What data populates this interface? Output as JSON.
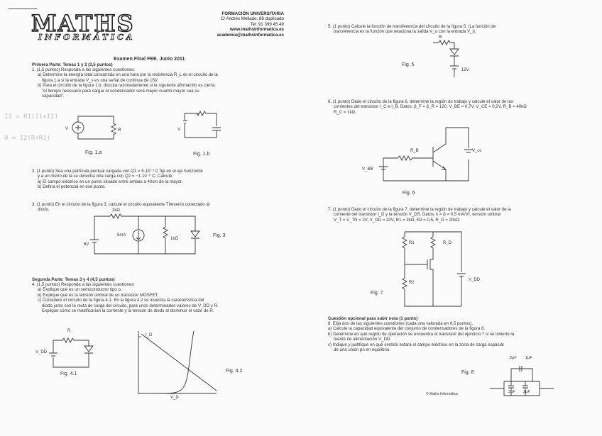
{
  "logo": {
    "main": "MATHS",
    "sub": "INFORMÁTICA"
  },
  "header": {
    "lines": [
      "FORMACIÓN UNIVERSITARIA",
      "C/ Andrés Mellado, 88 duplicado",
      "Tel: 91 399 45 49",
      "www.mathsinformatica.es",
      "academia@mathsinformatica.es"
    ]
  },
  "exam_title": "Examen Final FEE. Junio 2011",
  "left": {
    "part1_title": "Primera Parte: Temas 1 y 2 (3,5 puntos)",
    "q1_lines": [
      "1. (1,5 puntos) Responda a las siguientes cuestiones:",
      "a) Determine la energía total consumida en una hora por la resistencia R_L en el circuito de la",
      "figura 1.a si la entrada V_s es una señal de continua de 15V.",
      "b) Para el circuito de la figura 1.b, discuta razonadamente si la siguiente afirmación es cierta:",
      "\"el tiempo necesario para cargar el condensador será mayor cuanto mayor sea su",
      "capacidad\"."
    ],
    "fig1a": "Fig. 1.a",
    "fig1b": "Fig. 1.b",
    "q2_lines": [
      "2. (1 punto) Sea una partícula puntual cargada con Q1 = 5·10⁻⁶ C fija en el eje horizontal",
      "y a un metro de la su derecha otra carga con Q2 = −1·10⁻⁶ C. Calcule:",
      "a) El campo eléctrico en un punto situado entre ambas a 40cm de la mayor.",
      "b) Defina el potencial en ese punto."
    ],
    "q3_lines": [
      "3. (1 punto) En el circuito de la figura 3, calcule el circuito equivalente Thevenin conectado al",
      "diodo."
    ],
    "fig3": "Fig. 3",
    "fig3_labels": {
      "r_top": "2kΩ",
      "src": "5mA",
      "r_mid": "1kΩ",
      "v": "6V"
    },
    "part2_title": "Segunda Parte: Temas 3 y 4 (4,5 puntos)",
    "q4_lines": [
      "4. (1,5 puntos) Responda a las siguientes cuestiones:",
      "a) Explique qué es un semiconductor tipo p.",
      "b) Explique qué es la tensión umbral de un transistor MOSFET.",
      "c) Considere el circuito de la figura 4.1. En la figura 4.2 se muestra la característica del",
      "diodo junto con la recta de carga del circuito, para unos determinados valores de V_DD y R.",
      "Explique cómo se modificarían la corriente y la tensión de diodo al disminuir el valor de R."
    ],
    "fig41": "Fig. 4.1",
    "fig42": "Fig. 4.2",
    "fig4_labels": {
      "r": "R",
      "vdd": "V_DD",
      "id": "I_D",
      "vd": "V_D"
    },
    "handwriting": [
      "I1 = R1(I1+I2)",
      "0 = I2(R+R1)"
    ]
  },
  "right": {
    "q5_lines": [
      "5. (1 punto) Calcule la función de transferencia del circuito de la figura 5. (La función de",
      "transferencia es la función que relaciona la salida V_o con la entrada V_i)."
    ],
    "fig5": "Fig. 5",
    "fig5_labels": {
      "r": "R",
      "v": "12V"
    },
    "q6_lines": [
      "6. (1 punto) Dado el circuito de la figura 6, determine la región de trabajo y calcule el valor de las",
      "corrientes del transistor I_C e I_B. Datos: β_F = β_R = 120, V_BE = 0,7V, V_CE = 0,2V, R_B = 40kΩ",
      "R_C = 1kΩ."
    ],
    "fig6": "Fig. 6",
    "fig6_labels": {
      "rb": "R_B",
      "vcc": "V_cc",
      "vbb": "V_BB"
    },
    "q7_lines": [
      "7. (1 punto) Dado el circuito de la figura 7, determine la región de trabajo y calcule el valor de la",
      "corriente del transistor I_D y la tensión V_DS. Datos: k = β = 0,5 mA/V², tensión umbral",
      "V_T = V_TN = 2V, V_DD = 20V, R1 = 2kΩ, R2 = 0,5, R_D = 20kΩ."
    ],
    "fig7": "Fig. 7",
    "fig7_labels": {
      "r1": "R1",
      "rd": "R_D",
      "r2": "R2",
      "vdd": "V_DD"
    },
    "opt_title": "Cuestión opcional para subir nota (1 punto)",
    "q8_lines": [
      "8. Elija dos de las siguientes cuestiones (cada una valorada en 0,5 puntos).",
      "a) Calcule la capacidad equivalente del conjunto de condensadores de la figura 8.",
      "b) Determine en qué región de operación se encuentra el transistor del ejercicio 7 si se invierte la",
      "fuente de alimentación V_DD.",
      "c) Indique y justifique en qué sentido estará el campo eléctrico en la zona de carga espacial",
      "de una unión pn en equilibrio."
    ],
    "fig8": "Fig. 8",
    "fig8_labels": {
      "c1": "2μF",
      "c2": "1μF",
      "c3": "3μF",
      "c4": "2μF"
    },
    "footer": "© Maths Informática"
  }
}
